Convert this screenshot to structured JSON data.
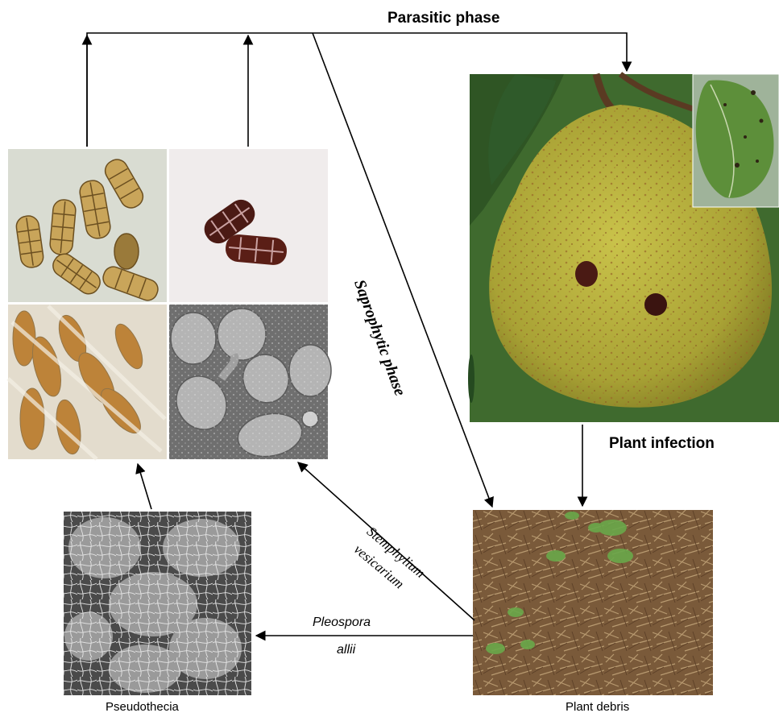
{
  "labels": {
    "parasitic_phase": "Parasitic phase",
    "saprophytic_phase": "Saprophytic phase",
    "plant_infection": "Plant infection",
    "stemphylium_line1": "Stemphylium",
    "stemphylium_line2": "vesicarium",
    "pleospora_line1": "Pleospora",
    "pleospora_line2": "allii",
    "pseudothecia": "Pseudothecia",
    "plant_debris": "Plant debris"
  },
  "colors": {
    "arrow": "#000000",
    "pear_base": "#b8b23c",
    "pear_spot": "#4a1a14",
    "leaf": "#5d8f3a",
    "soil": "#7a5a3a",
    "spore_light": "#c9a55a",
    "spore_dark": "#4b1a14",
    "sem_gray": "#8a8a8a"
  }
}
